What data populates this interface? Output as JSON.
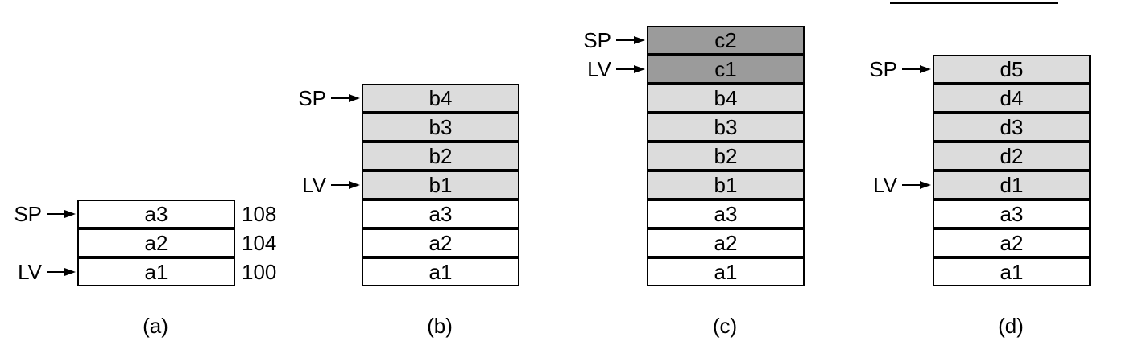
{
  "pointer_labels": {
    "sp": "SP",
    "lv": "LV"
  },
  "colors": {
    "empty": "#ffffff",
    "light": "#dcdcdc",
    "dark": "#9b9b9b",
    "line": "#000000"
  },
  "panels": [
    {
      "caption": "(a)",
      "cells": [
        {
          "label": "a3",
          "shade": "empty",
          "address": "108"
        },
        {
          "label": "a2",
          "shade": "empty",
          "address": "104"
        },
        {
          "label": "a1",
          "shade": "empty",
          "address": "100"
        }
      ],
      "sp_at": "a3",
      "lv_at": "a1"
    },
    {
      "caption": "(b)",
      "cells": [
        {
          "label": "b4",
          "shade": "light"
        },
        {
          "label": "b3",
          "shade": "light"
        },
        {
          "label": "b2",
          "shade": "light"
        },
        {
          "label": "b1",
          "shade": "light"
        },
        {
          "label": "a3",
          "shade": "empty"
        },
        {
          "label": "a2",
          "shade": "empty"
        },
        {
          "label": "a1",
          "shade": "empty"
        }
      ],
      "sp_at": "b4",
      "lv_at": "b1"
    },
    {
      "caption": "(c)",
      "cells": [
        {
          "label": "c2",
          "shade": "dark"
        },
        {
          "label": "c1",
          "shade": "dark"
        },
        {
          "label": "b4",
          "shade": "light"
        },
        {
          "label": "b3",
          "shade": "light"
        },
        {
          "label": "b2",
          "shade": "light"
        },
        {
          "label": "b1",
          "shade": "light"
        },
        {
          "label": "a3",
          "shade": "empty"
        },
        {
          "label": "a2",
          "shade": "empty"
        },
        {
          "label": "a1",
          "shade": "empty"
        }
      ],
      "sp_at": "c2",
      "lv_at": "c1"
    },
    {
      "caption": "(d)",
      "cells": [
        {
          "label": "d5",
          "shade": "light"
        },
        {
          "label": "d4",
          "shade": "light"
        },
        {
          "label": "d3",
          "shade": "light"
        },
        {
          "label": "d2",
          "shade": "light"
        },
        {
          "label": "d1",
          "shade": "light"
        },
        {
          "label": "a3",
          "shade": "empty"
        },
        {
          "label": "a2",
          "shade": "empty"
        },
        {
          "label": "a1",
          "shade": "empty"
        }
      ],
      "sp_at": "d5",
      "lv_at": "d1"
    }
  ]
}
